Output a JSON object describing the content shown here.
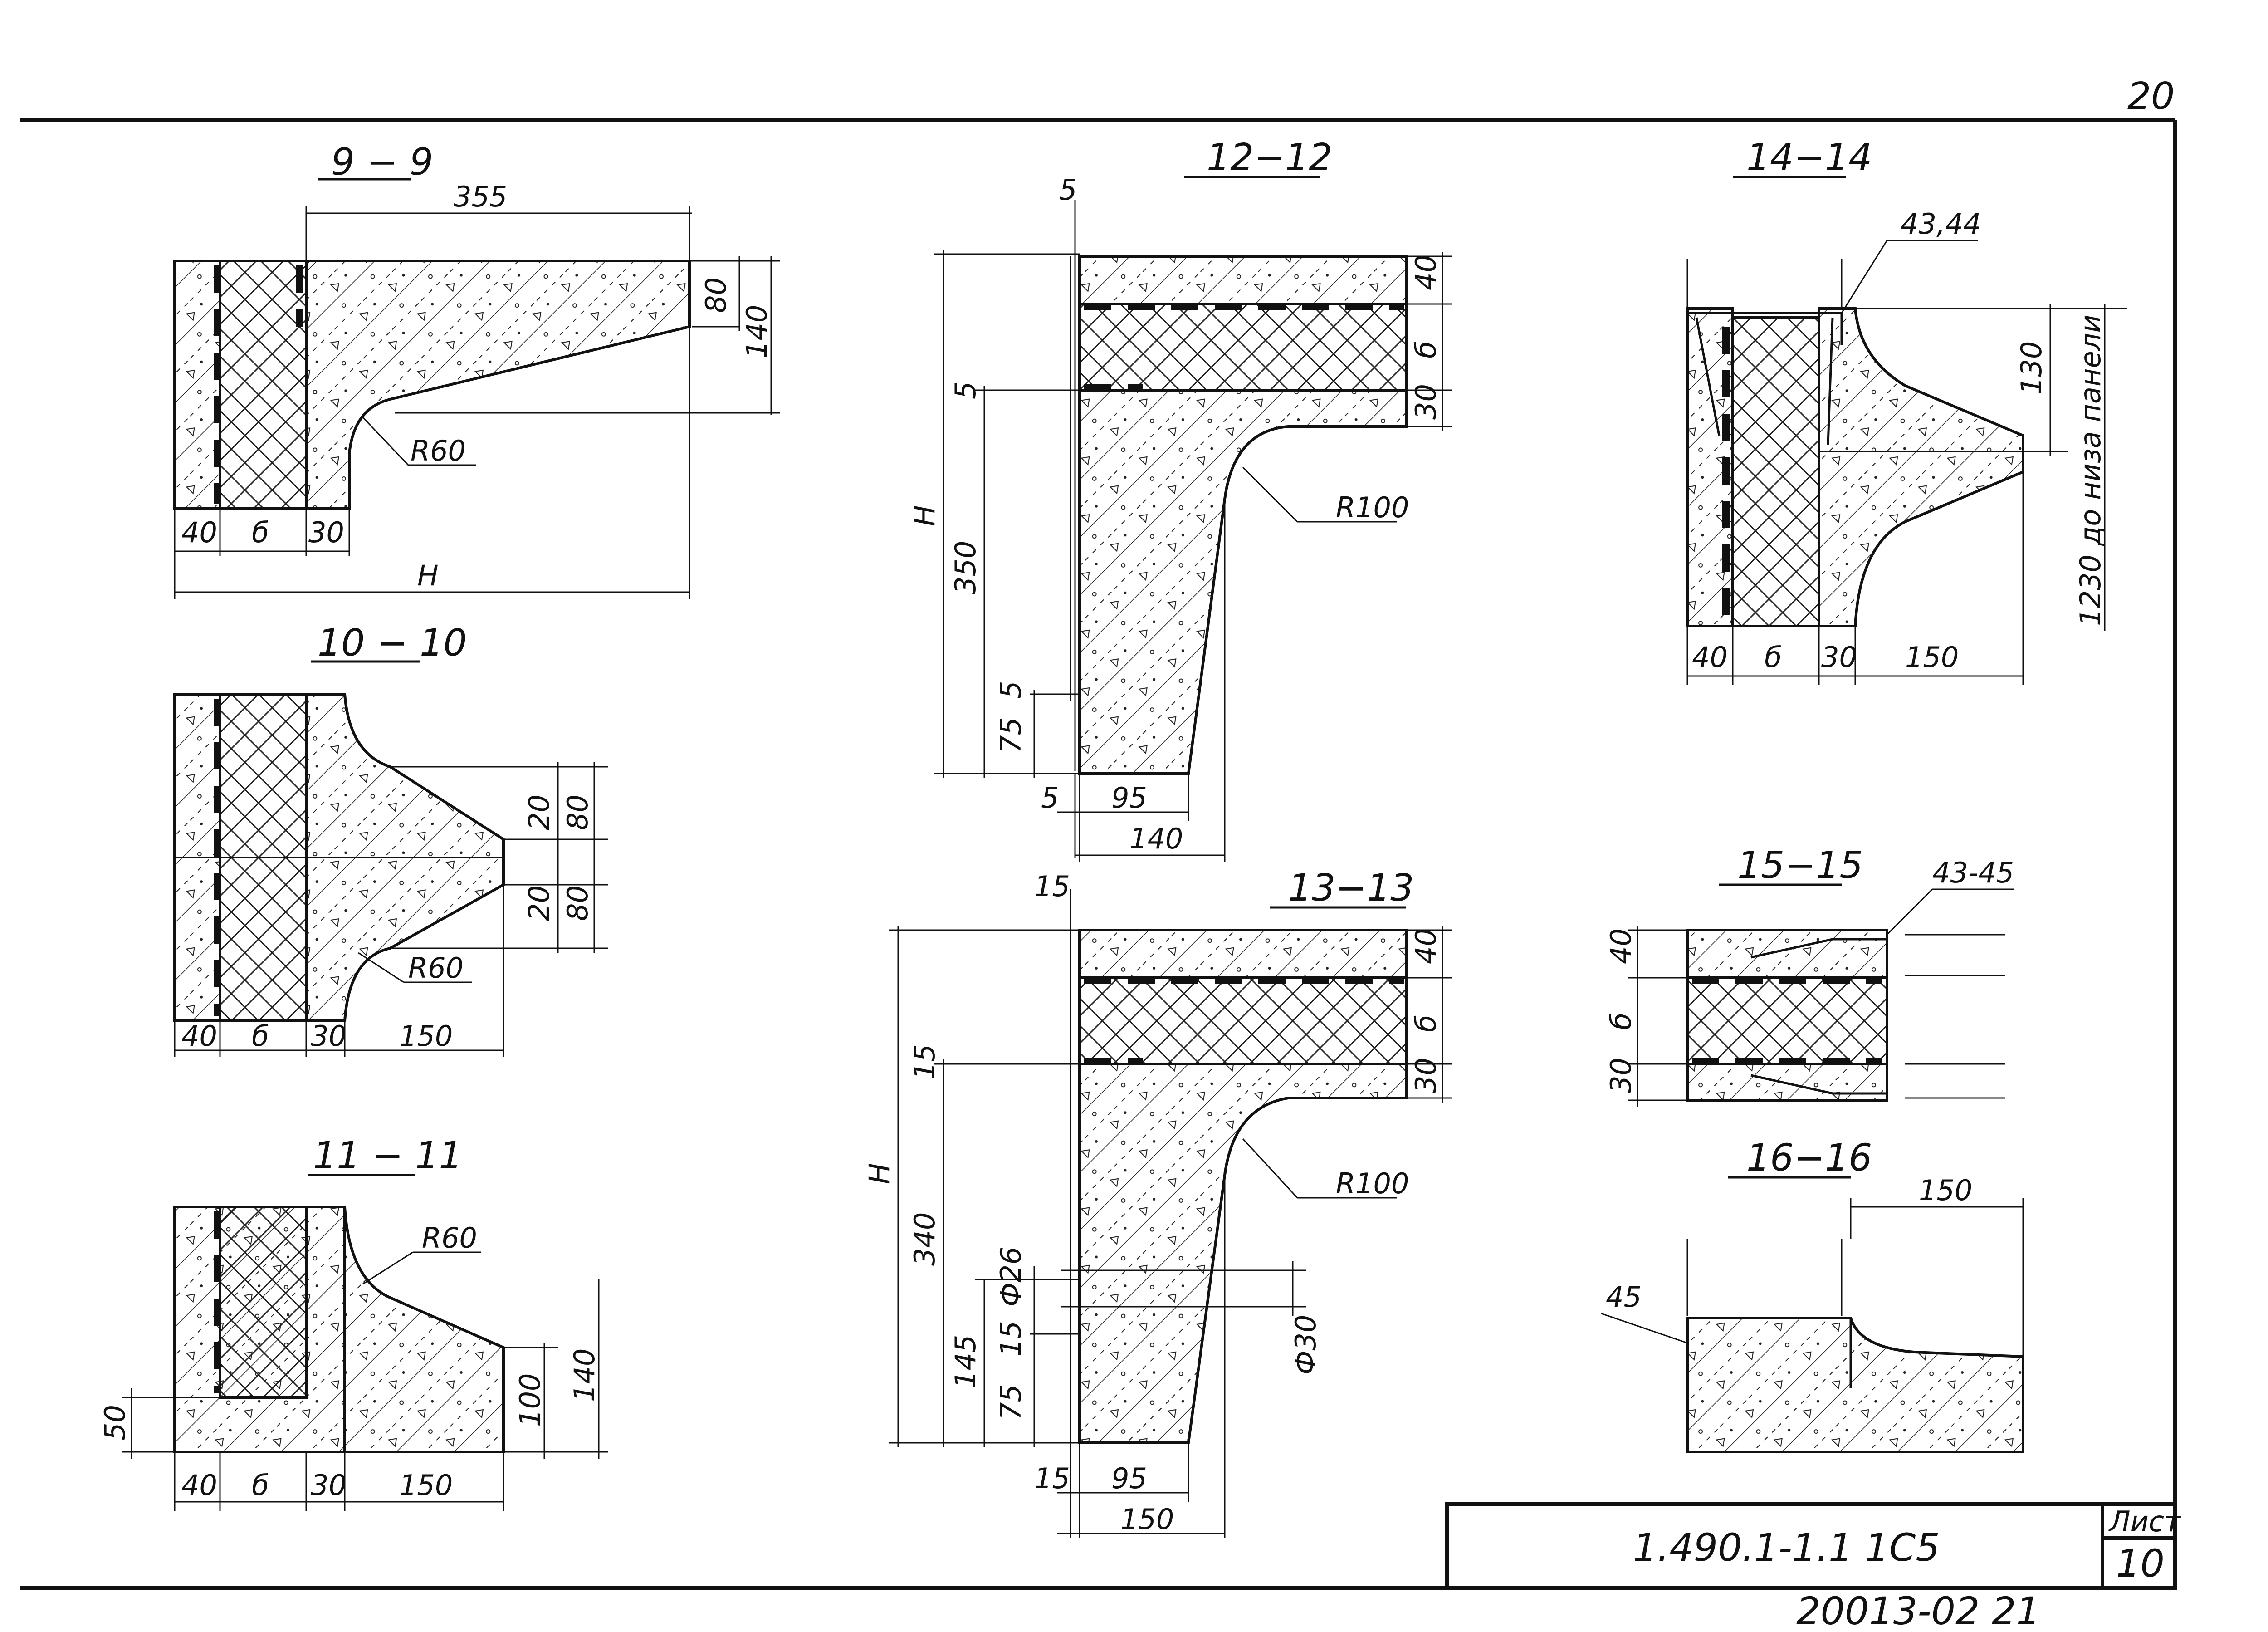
{
  "page_number": "20",
  "sections": {
    "s9": {
      "title": "9 − 9",
      "d_top": "355",
      "d_80": "80",
      "d_140": "140",
      "radius": "R60",
      "d_40": "40",
      "d_b": "б",
      "d_30": "30",
      "d_H": "H"
    },
    "s10": {
      "title": "10 − 10",
      "d_20a": "20",
      "d_80a": "80",
      "d_20b": "20",
      "d_80b": "80",
      "radius": "R60",
      "d_40": "40",
      "d_b": "б",
      "d_30": "30",
      "d_150": "150"
    },
    "s11": {
      "title": "11 − 11",
      "radius": "R60",
      "d_50": "50",
      "d_100": "100",
      "d_140": "140",
      "d_40": "40",
      "d_b": "б",
      "d_30": "30",
      "d_150": "150"
    },
    "s12": {
      "title": "12−12",
      "d_5_top": "5",
      "d_40": "40",
      "d_b": "б",
      "d_30": "30",
      "d_H": "H",
      "d_5_mid": "5",
      "d_350": "350",
      "d_5_low": "5",
      "d_75": "75",
      "radius": "R100",
      "d_5_bot": "5",
      "d_95": "95",
      "d_140": "140"
    },
    "s13": {
      "title": "13−13",
      "d_15_top": "15",
      "d_40": "40",
      "d_b": "б",
      "d_30": "30",
      "d_H": "H",
      "d_15_mid": "15",
      "d_340": "340",
      "d_145": "145",
      "d_26": "Ф26",
      "d_15_low": "15",
      "d_75": "75",
      "d_30dia": "Ф30",
      "radius": "R100",
      "d_15_bot": "15",
      "d_95": "95",
      "d_150": "150"
    },
    "s14": {
      "title": "14−14",
      "ref": "43,44",
      "d_130": "130",
      "note": "1230 до низа панели",
      "d_40": "40",
      "d_b": "б",
      "d_30": "30",
      "d_150": "150"
    },
    "s15": {
      "title": "15−15",
      "ref": "43-45",
      "d_40": "40",
      "d_b": "б",
      "d_30": "30"
    },
    "s16": {
      "title": "16−16",
      "ref": "45",
      "d_150": "150"
    }
  },
  "stamp": {
    "document_code": "1.490.1-1.1 1С5",
    "sheet_label": "Лист",
    "sheet_number": "10"
  },
  "archive_number": "20013-02  21"
}
